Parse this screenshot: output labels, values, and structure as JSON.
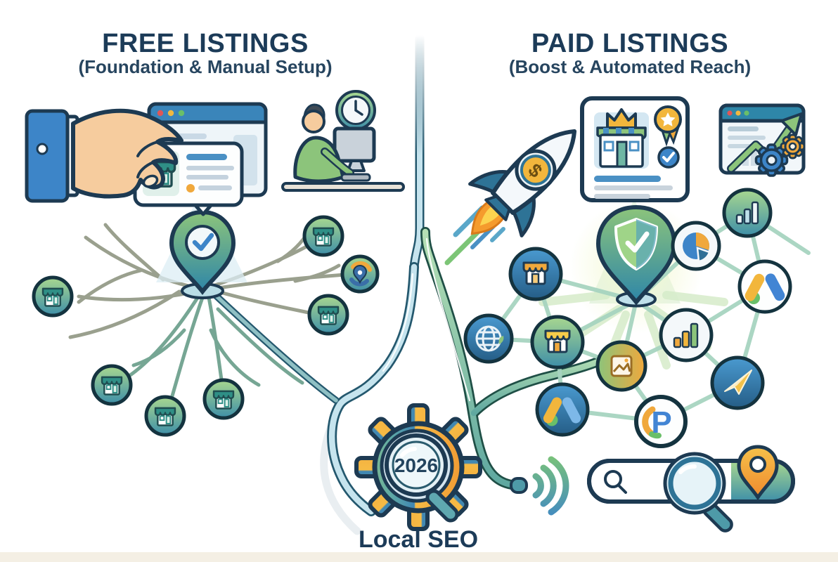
{
  "header": {
    "left_title": "FREE LISTINGS",
    "left_subtitle": "(Foundation & Manual Setup)",
    "right_title": "PAID LISTINGS",
    "right_subtitle": "(Boost & Automated Reach)"
  },
  "center": {
    "year_label": "2026",
    "caption": "Local SEO"
  },
  "glyphs": {
    "dollar_sign": "$",
    "p_logo": "P"
  },
  "colors": {
    "navy_text": "#1c3b58",
    "outline": "#1d3a52",
    "accent_green": "#7cc576",
    "accent_teal": "#4e9aa8",
    "accent_blue": "#3d85c8",
    "accent_orange": "#f0a83c",
    "root_olive": "#9aa08e",
    "pipe_light_blue": "#c6e4ee",
    "pipe_light_green": "#9fd4a8"
  },
  "icons": {
    "hand-holding-card": "hand placing a business listing card",
    "browser-window": "browser with title-bar dots",
    "shop": "storefront with scalloped awning",
    "person-at-computer": "manual setup worker with monitor",
    "clock": "time spent on manual setup",
    "map-pin-check": "verified location pin",
    "roots": "organic root branches to shops",
    "rocket-dollar": "paid boost rocket with $ coin",
    "premium-listing-card": "listing card with crown, award and verified badges",
    "growth-browser": "browser with rising arrow and gears",
    "shield-pin": "protected location pin with shield check",
    "globe": "web globe",
    "pie-chart": "analytics pie",
    "bar-chart": "analytics bars",
    "ads-logo": "ads triangle logo",
    "paper-plane": "campaign send plane",
    "photo": "image asset",
    "p-logo": "partner P logo",
    "gear-2026": "gear with magnifier showing year",
    "search-bar": "search pill with magnifier and pin",
    "signal-waves": "broadcast waves"
  }
}
